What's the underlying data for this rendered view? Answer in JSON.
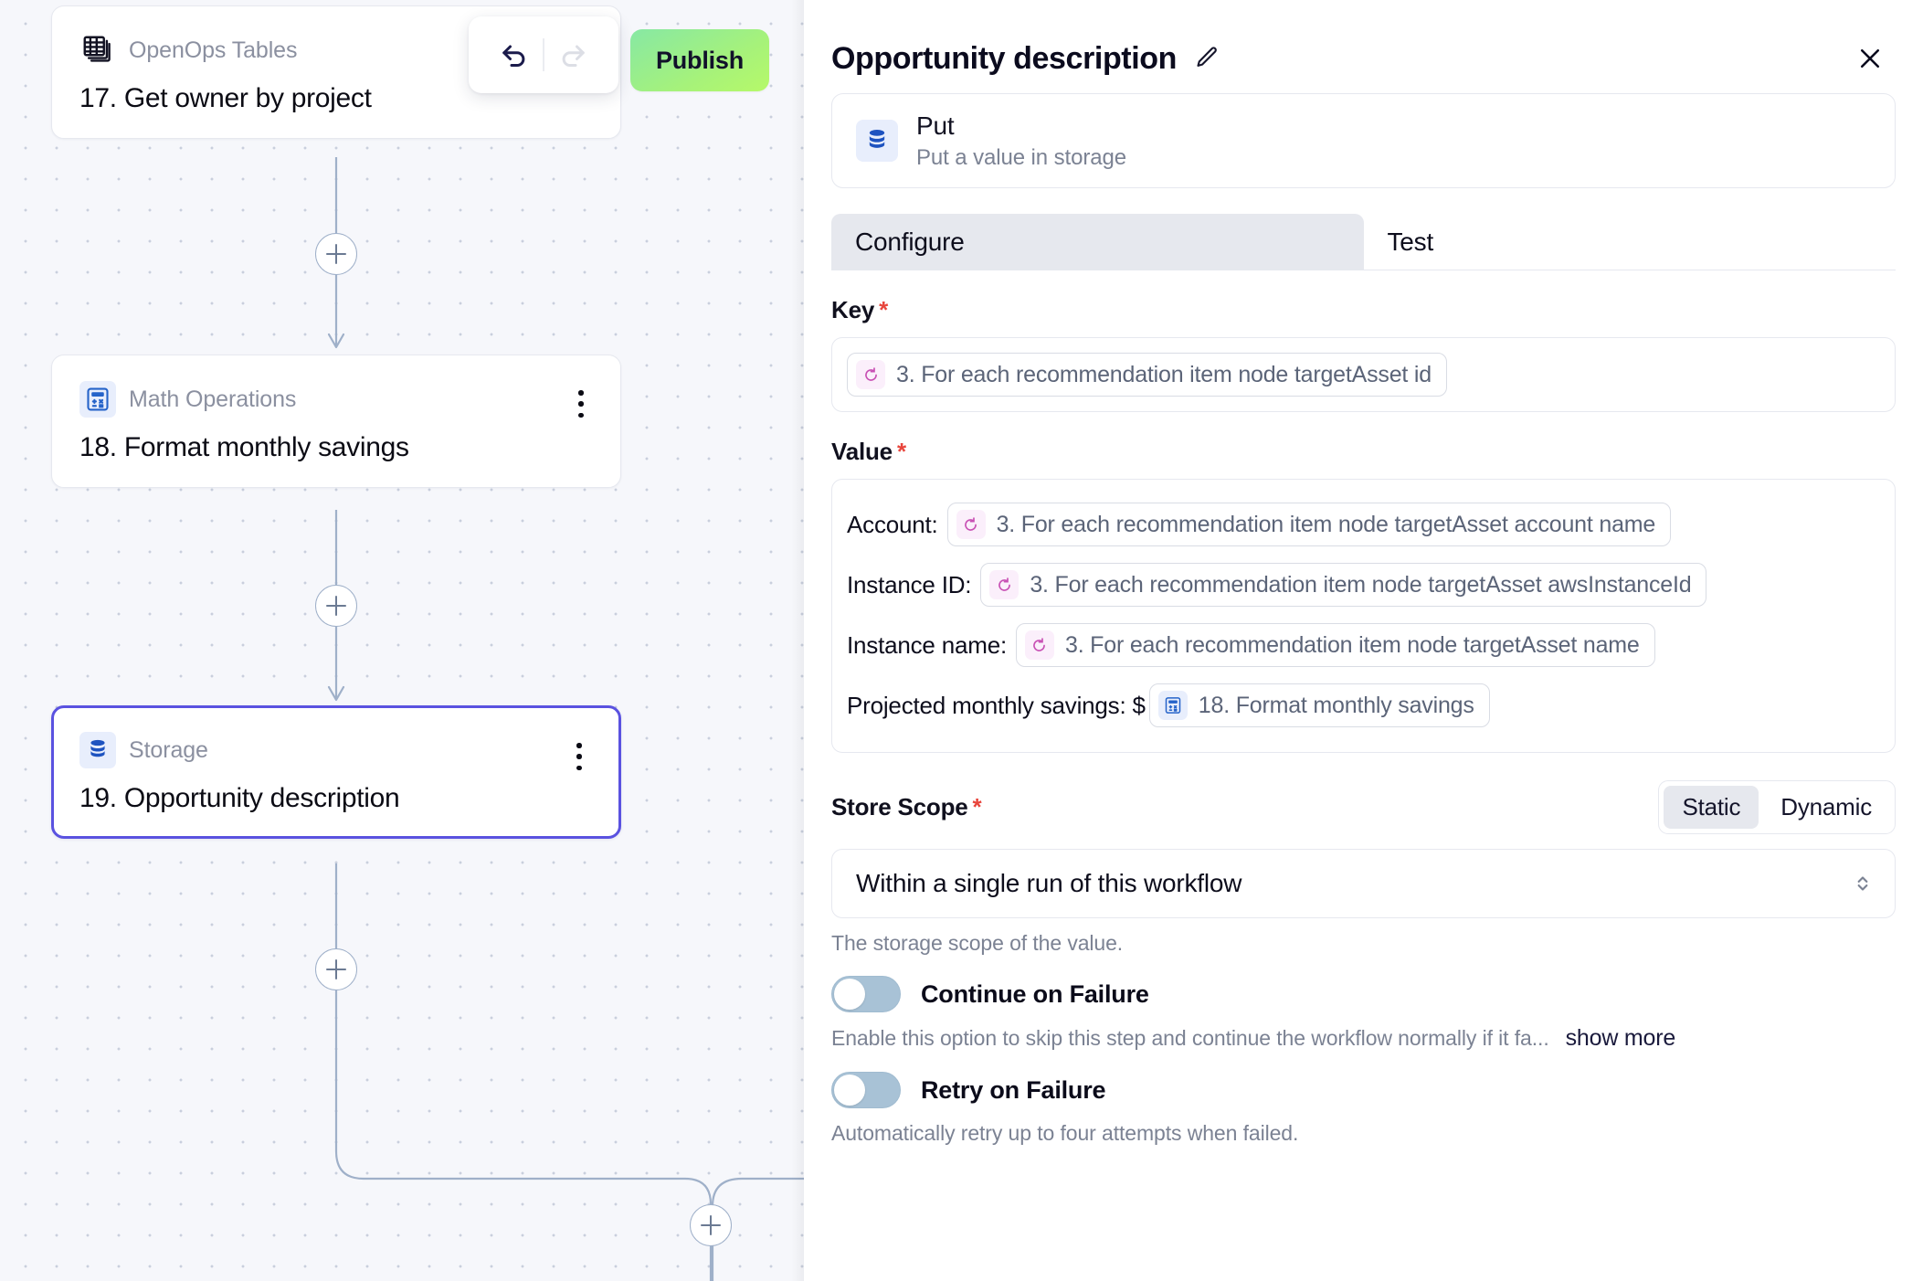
{
  "canvas": {
    "nodes": [
      {
        "piece": "OpenOps Tables",
        "title": "17. Get owner by project",
        "icon": "table-stack-icon",
        "selected": false,
        "has_menu": false
      },
      {
        "piece": "Math Operations",
        "title": "18. Format monthly savings",
        "icon": "calculator-icon",
        "selected": false,
        "has_menu": true
      },
      {
        "piece": "Storage",
        "title": "19. Opportunity description",
        "icon": "database-icon",
        "selected": true,
        "has_menu": true
      }
    ],
    "toolbar": {
      "undo_label": "undo-icon",
      "redo_label": "redo-icon",
      "publish_label": "Publish"
    },
    "add_step_label": "+"
  },
  "panel": {
    "title": "Opportunity description",
    "edit_icon": "pencil-icon",
    "close_icon": "close-icon",
    "piece": {
      "name": "Put",
      "description": "Put a value in storage",
      "icon": "database-icon"
    },
    "tabs": [
      {
        "label": "Configure",
        "active": true
      },
      {
        "label": "Test",
        "active": false
      }
    ],
    "key": {
      "label": "Key",
      "required_marker": "*",
      "chip": {
        "icon": "loop-icon",
        "text": "3. For each recommendation item node targetAsset id"
      }
    },
    "value": {
      "label": "Value",
      "required_marker": "*",
      "rows": [
        {
          "label": "Account:",
          "chip_icon": "loop-icon",
          "chip_text": "3. For each recommendation item node targetAsset account name"
        },
        {
          "label": "Instance ID:",
          "chip_icon": "loop-icon",
          "chip_text": "3. For each recommendation item node targetAsset awsInstanceId"
        },
        {
          "label": "Instance name:",
          "chip_icon": "loop-icon",
          "chip_text": "3. For each recommendation item node targetAsset name"
        },
        {
          "label": "Projected monthly savings: $",
          "chip_icon": "calculator-icon",
          "chip_text": "18. Format monthly savings"
        }
      ]
    },
    "store_scope": {
      "label": "Store Scope",
      "required_marker": "*",
      "segmented": [
        {
          "label": "Static",
          "active": true
        },
        {
          "label": "Dynamic",
          "active": false
        }
      ],
      "selected_option": "Within a single run of this workflow",
      "helper": "The storage scope of the value."
    },
    "continue_on_failure": {
      "label": "Continue on Failure",
      "enabled": false,
      "helper": "Enable this option to skip this step and continue the workflow normally if it fa...",
      "show_more": "show more"
    },
    "retry_on_failure": {
      "label": "Retry on Failure",
      "enabled": false,
      "helper": "Automatically retry up to four attempts when failed."
    }
  },
  "colors": {
    "accent_selected_node": "#5a52e0",
    "publish_green": "#a6f27a",
    "required_red": "#e8453c",
    "loop_pink": "#c850b4",
    "piece_blue": "#2563c9",
    "wire": "#9fb0c9"
  }
}
